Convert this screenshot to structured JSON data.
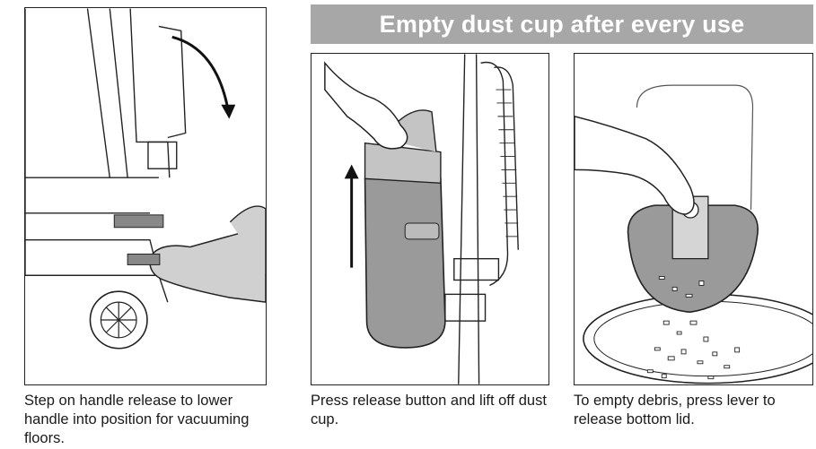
{
  "header": {
    "title": "Empty dust cup after every use"
  },
  "steps": [
    {
      "caption": "Step on handle release to lower handle into position for vacuuming floors."
    },
    {
      "caption": "Press release button and lift off dust cup."
    },
    {
      "caption": "To empty debris, press lever to release bottom lid."
    }
  ]
}
